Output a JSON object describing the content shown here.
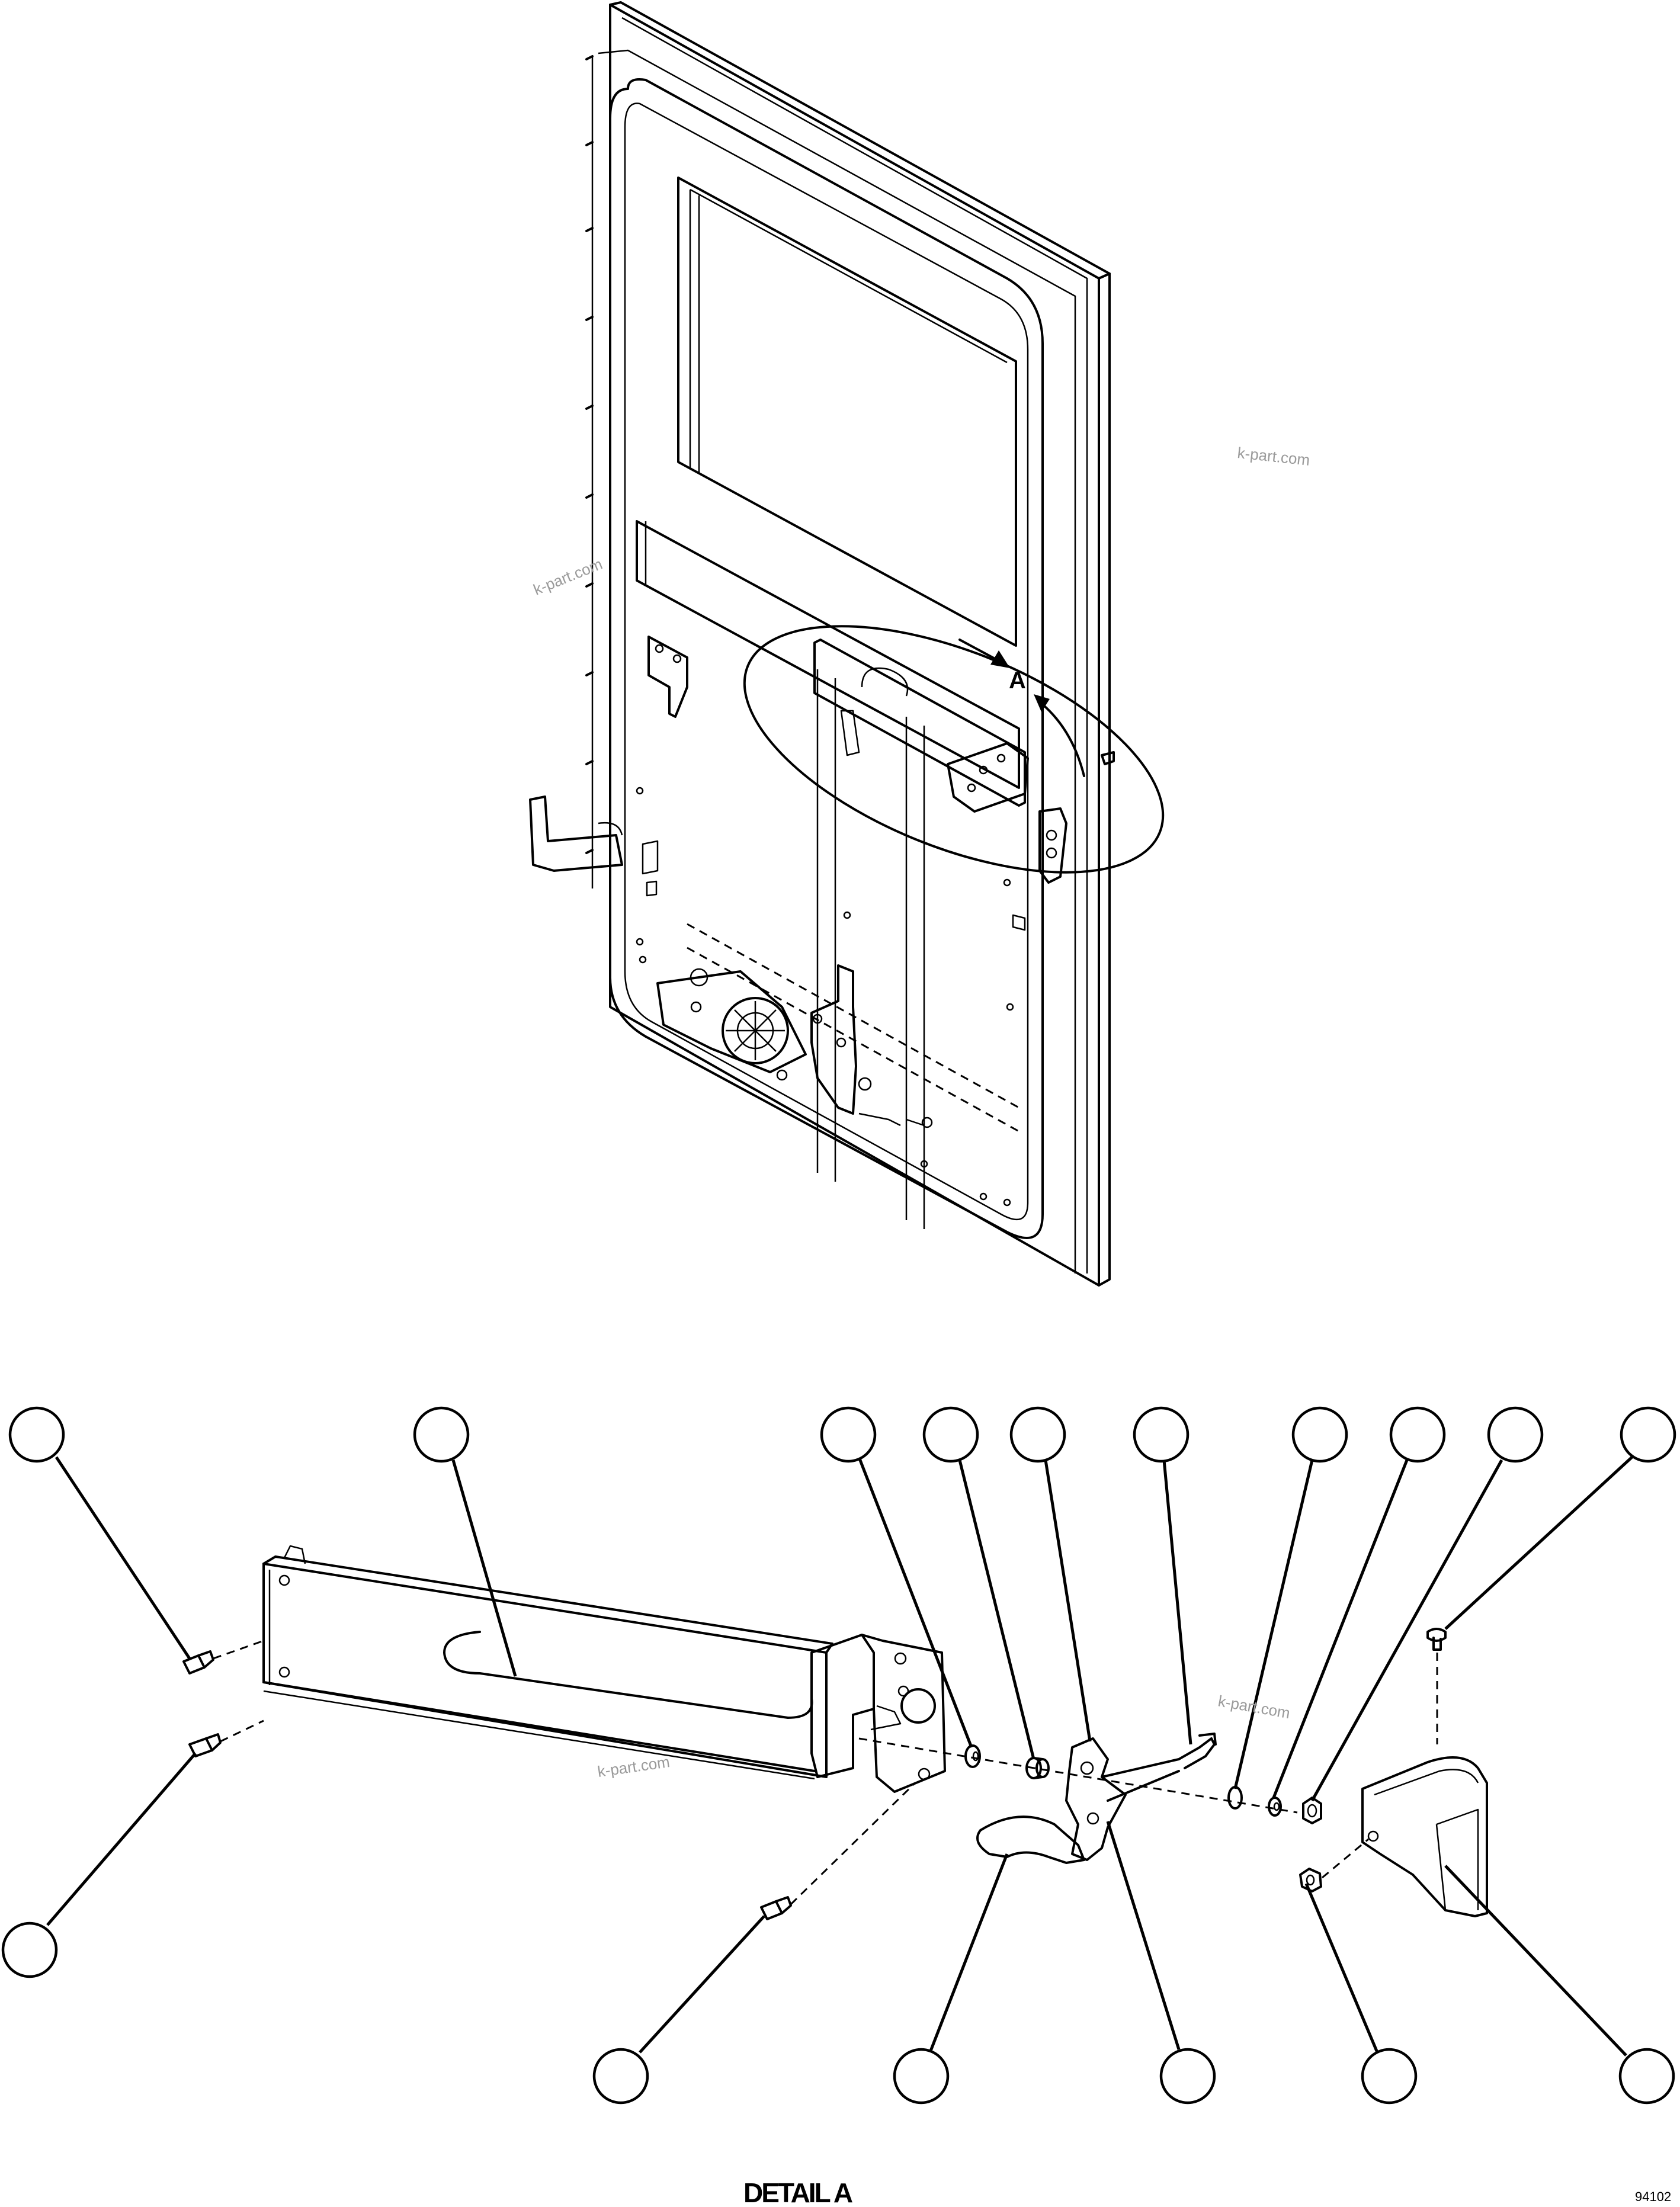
{
  "detail_reference_letter": "A",
  "detail_title": "DETAIL A",
  "drawing_number": "94102",
  "watermarks": [
    "k-part.com",
    "k-part.com",
    "k-part.com",
    "k-part.com"
  ],
  "callout_count": 16
}
